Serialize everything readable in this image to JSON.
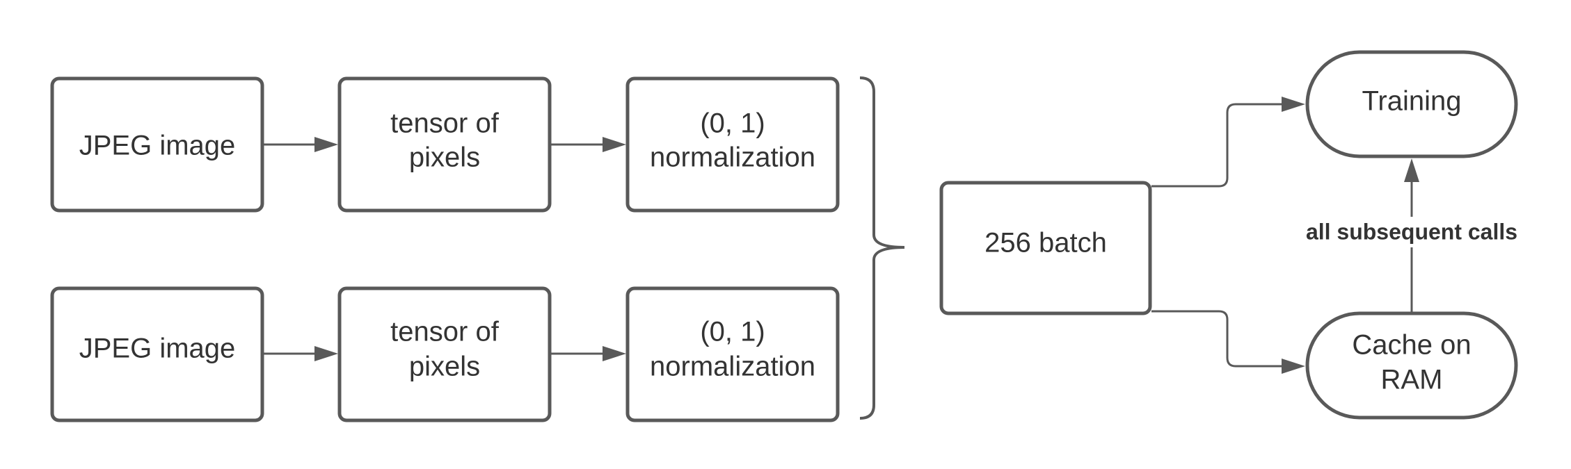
{
  "diagram": {
    "colors": {
      "stroke": "#595959",
      "text": "#333333",
      "background": "#ffffff"
    },
    "pipeline_top": {
      "source": "JPEG image",
      "tensor_line1": "tensor of",
      "tensor_line2": "pixels",
      "norm_line1": "(0, 1)",
      "norm_line2": "normalization"
    },
    "pipeline_bottom": {
      "source": "JPEG image",
      "tensor_line1": "tensor of",
      "tensor_line2": "pixels",
      "norm_line1": "(0, 1)",
      "norm_line2": "normalization"
    },
    "batch": "256 batch",
    "training": "Training",
    "cache_line1": "Cache on",
    "cache_line2": "RAM",
    "edge_label": "all subsequent calls"
  }
}
